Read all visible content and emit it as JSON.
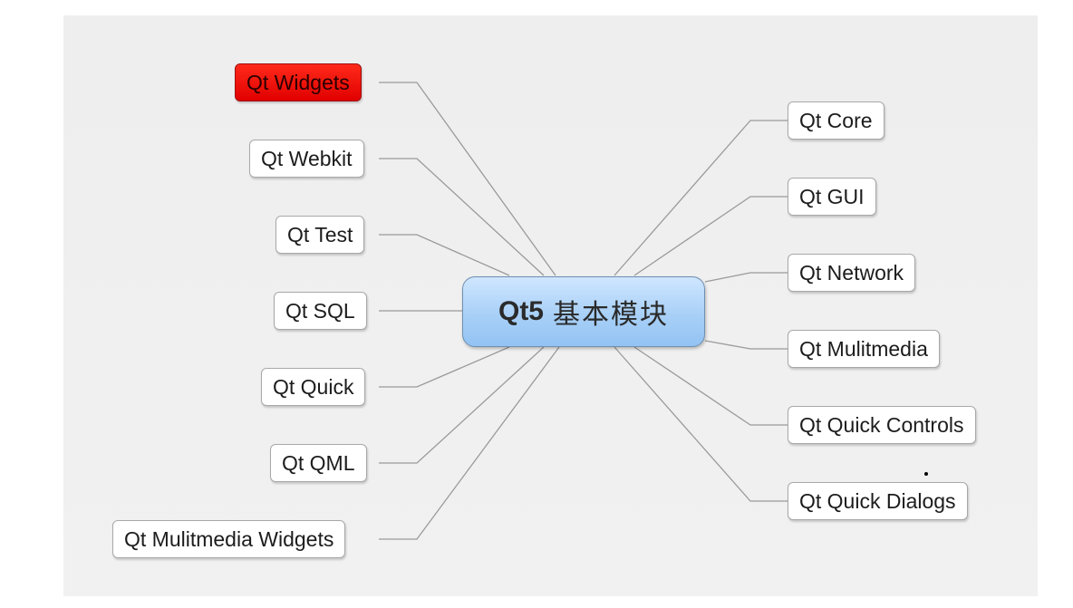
{
  "center": {
    "prefix": "Qt5",
    "label": "基本模块"
  },
  "left_nodes": [
    {
      "label": "Qt Widgets",
      "highlighted": true
    },
    {
      "label": "Qt Webkit"
    },
    {
      "label": "Qt Test"
    },
    {
      "label": "Qt SQL"
    },
    {
      "label": "Qt Quick"
    },
    {
      "label": "Qt QML"
    },
    {
      "label": "Qt Mulitmedia Widgets"
    }
  ],
  "right_nodes": [
    {
      "label": "Qt Core"
    },
    {
      "label": "Qt GUI"
    },
    {
      "label": "Qt Network"
    },
    {
      "label": "Qt Mulitmedia"
    },
    {
      "label": "Qt Quick Controls"
    },
    {
      "label": "Qt Quick Dialogs"
    }
  ],
  "colors": {
    "highlight": "#ff0000",
    "center_fill": "#a8d0f7",
    "link": "#9a9a9a"
  }
}
